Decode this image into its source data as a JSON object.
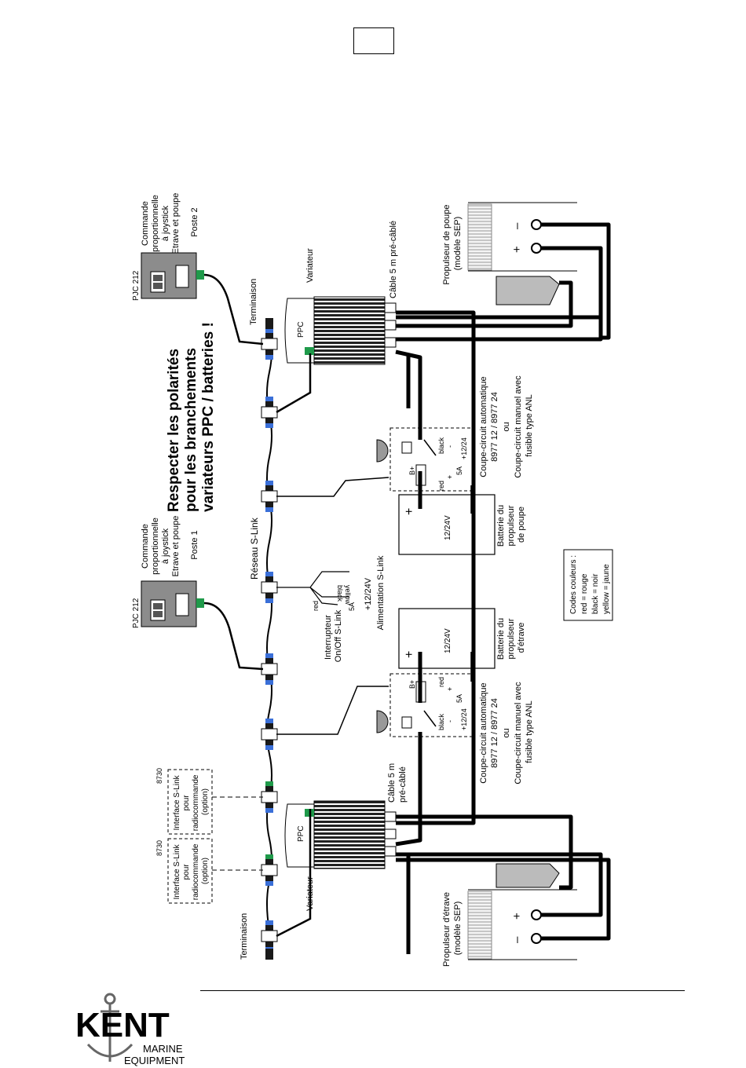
{
  "page": {
    "page_number": ""
  },
  "warning": {
    "line1": "Respecter les polarités",
    "line2": "pour les branchements",
    "line3": "variateurs PPC / batteries !"
  },
  "joystick_stern": {
    "model": "PJC 212",
    "desc": [
      "Commande",
      "proportionnelle",
      "à joystick",
      "Etrave et poupe",
      "Poste 2"
    ]
  },
  "joystick_bow": {
    "model": "PJC 212",
    "desc": [
      "Commande",
      "proportionnelle",
      "à joystick",
      "Etrave et poupe",
      "Poste 1"
    ]
  },
  "network": {
    "label": "Réseau S-Link",
    "termination_top": "Terminaison",
    "termination_bottom": "Terminaison"
  },
  "controllers": {
    "stern": {
      "label": "Variateur",
      "brand": "PPC",
      "cable": [
        "Câble 5 m pré-câblé"
      ]
    },
    "bow": {
      "label": "Variateur",
      "brand": "PPC",
      "cable": [
        "Câble 5 m",
        "pré-câblé"
      ]
    }
  },
  "power_supply": {
    "switch": [
      "Interrupteur",
      "On/Off S-Link"
    ],
    "supply": [
      "+12/24V",
      "Alimentation S-Link"
    ],
    "fuse": "5A",
    "red": "red",
    "black": "black",
    "yellow": "yellow"
  },
  "breakers": {
    "stern": {
      "lines": [
        "Coupe-circuit automatique",
        "8977 12 / 8977 24",
        "ou",
        "Coupe-circuit manuel avec",
        "fusible type ANL"
      ],
      "red": "red",
      "black": "black",
      "bplus": "B+",
      "plus": "+",
      "minus": "-",
      "fuse": "5A",
      "voltage": "+12/24"
    },
    "bow": {
      "lines": [
        "Coupe-circuit automatique",
        "8977 12 / 8977 24",
        "ou",
        "Coupe-circuit manuel avec",
        "fusible type ANL"
      ],
      "red": "red",
      "black": "black",
      "bplus": "B+",
      "plus": "+",
      "minus": "-",
      "fuse": "5A",
      "voltage": "+12/24"
    }
  },
  "batteries": {
    "stern": {
      "voltage": "12/24V",
      "plus": "+",
      "minus": "–",
      "label": [
        "Batterie du",
        "propulseur",
        "de poupe"
      ]
    },
    "bow": {
      "voltage": "12/24V",
      "plus": "+",
      "minus": "–",
      "label": [
        "Batterie du",
        "propulseur",
        "d'étrave"
      ]
    }
  },
  "thrusters": {
    "stern": {
      "label": [
        "Propulseur de poupe",
        "(modèle SEP)"
      ],
      "plus": "+",
      "minus": "–"
    },
    "bow": {
      "label": [
        "Propulseur d'étrave",
        "(modèle SEP)"
      ],
      "plus": "+",
      "minus": "–"
    }
  },
  "radio_interfaces": {
    "a": {
      "code": "8730",
      "lines": [
        "Interface S-Link",
        "pour",
        "radiocommande",
        "(option)"
      ]
    },
    "b": {
      "code": "8730",
      "lines": [
        "Interface S-Link",
        "pour",
        "radiocommande",
        "(option)"
      ]
    }
  },
  "legend": {
    "title": "Codes couleurs :",
    "items": [
      "red = rouge",
      "black = noir",
      "yellow = jaune"
    ]
  },
  "logo": {
    "name": "KENT",
    "line1": "MARINE",
    "line2": "EQUIPMENT"
  }
}
